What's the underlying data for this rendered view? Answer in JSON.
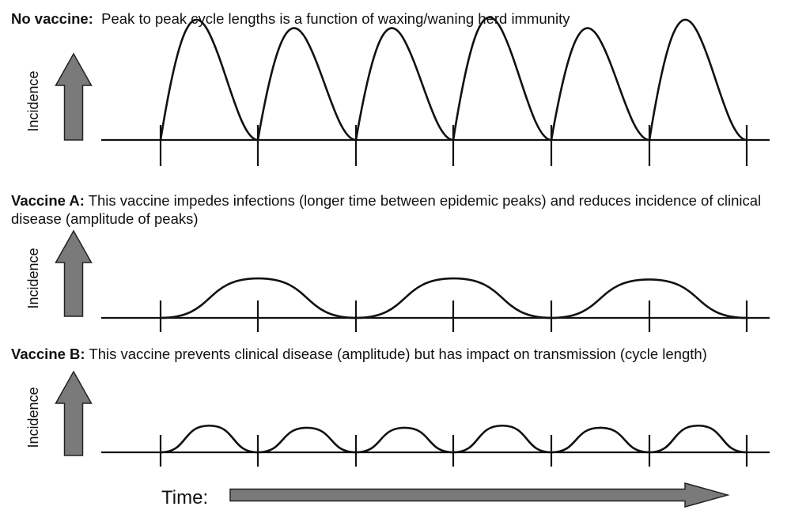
{
  "panels": [
    {
      "id": "no-vaccine",
      "title": "No vaccine:",
      "description": "Peak to peak cycle lengths is a function of waxing/waning herd immunity",
      "y_label": "Incidence",
      "peak_heights": [
        1.0,
        0.93,
        0.93,
        1.02,
        0.93,
        1.0
      ],
      "cycle_ticks": 6
    },
    {
      "id": "vaccine-a",
      "title": "Vaccine A:",
      "description": "This vaccine impedes infections (longer time between epidemic peaks) and reduces incidence of clinical disease (amplitude of peaks)",
      "y_label": "Incidence",
      "peak_heights": [
        0.37,
        0.37,
        0.36
      ],
      "cycle_ticks": 6
    },
    {
      "id": "vaccine-b",
      "title": "Vaccine B:",
      "description": "This vaccine prevents clinical disease (amplitude) but has impact on transmission (cycle length)",
      "y_label": "Incidence",
      "peak_heights": [
        0.25,
        0.23,
        0.23,
        0.25,
        0.23,
        0.25
      ],
      "cycle_ticks": 6
    }
  ],
  "time_label": "Time:",
  "colors": {
    "curve": "#111111",
    "arrow_fill": "#7a7a7a",
    "arrow_stroke": "#222222"
  }
}
